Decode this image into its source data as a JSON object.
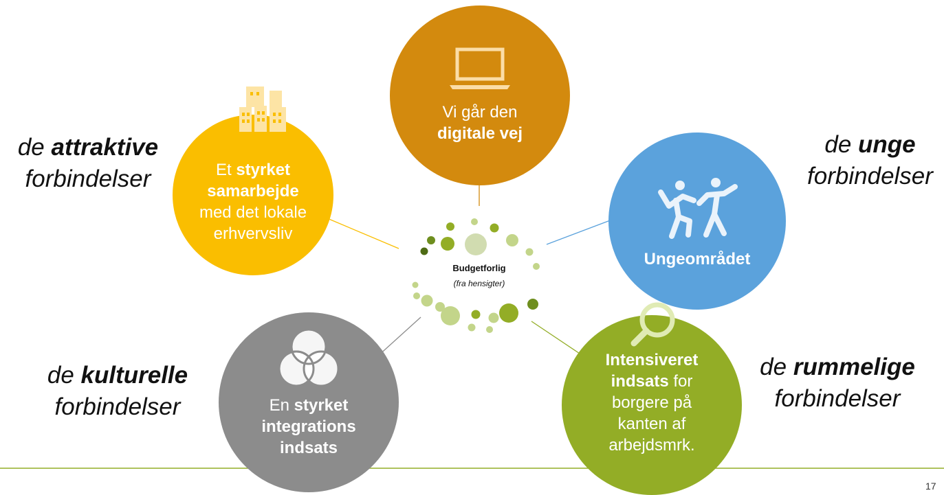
{
  "center": {
    "title": "Budgetforlig",
    "subtitle": "(fra hensigter)"
  },
  "circles": {
    "digital": {
      "pre": "Vi går den",
      "bold": "digitale vej",
      "color": "#D38A0E",
      "icon": "laptop-icon"
    },
    "business": {
      "pre": "Et ",
      "bold": "styrket samarbejde",
      "post": "med det lokale erhvervsliv",
      "color": "#FABE00",
      "icon": "buildings-icon"
    },
    "youth": {
      "bold": "Ungeområdet",
      "color": "#5BA2DC",
      "icon": "dancing-people-icon"
    },
    "integration": {
      "pre": "En ",
      "bold1": "styrket",
      "bold2": "integrations indsats",
      "color": "#8C8C8C",
      "icon": "venn-diagram-icon"
    },
    "intensive": {
      "bold": "Intensiveret indsats",
      "post1": " for",
      "post2": "borgere på kanten af arbejdsmrk.",
      "color": "#93AD26",
      "icon": "magnifier-icon"
    }
  },
  "labels": {
    "attraktive": {
      "de": "de ",
      "word": "attraktive",
      "rest": "forbindelser"
    },
    "unge": {
      "de": "de ",
      "word": "unge",
      "rest": "forbindelser"
    },
    "kulturelle": {
      "de": "de ",
      "word": "kulturelle",
      "rest": "forbindelser"
    },
    "rummelige": {
      "de": "de ",
      "word": "rummelige",
      "rest": "forbindelser"
    }
  },
  "page_number": "17"
}
